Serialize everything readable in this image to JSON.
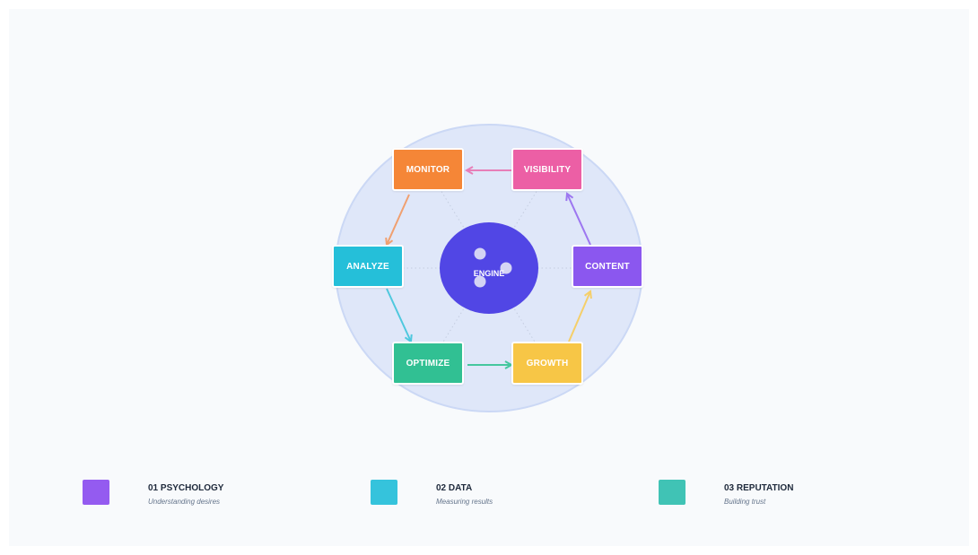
{
  "diagram": {
    "engine_label": "ENGINE",
    "nodes": {
      "monitor": {
        "label": "MONITOR",
        "color": "#f58637"
      },
      "visibility": {
        "label": "VISIBILITY",
        "color": "#ec5fa5"
      },
      "analyze": {
        "label": "ANALYZE",
        "color": "#25bfd9"
      },
      "content": {
        "label": "CONTENT",
        "color": "#8b57ef"
      },
      "optimize": {
        "label": "OPTIMIZE",
        "color": "#31c093"
      },
      "growth": {
        "label": "GROWTH",
        "color": "#f7c646"
      }
    },
    "colors": {
      "engine": "#5146e5",
      "halo": "#dfe7f9"
    }
  },
  "legend": [
    {
      "title": "01 PSYCHOLOGY",
      "subtitle": "Understanding desires",
      "color": "#945bf0"
    },
    {
      "title": "02 DATA",
      "subtitle": "Measuring results",
      "color": "#35c3dc"
    },
    {
      "title": "03 REPUTATION",
      "subtitle": "Building trust",
      "color": "#40c3b5"
    }
  ]
}
